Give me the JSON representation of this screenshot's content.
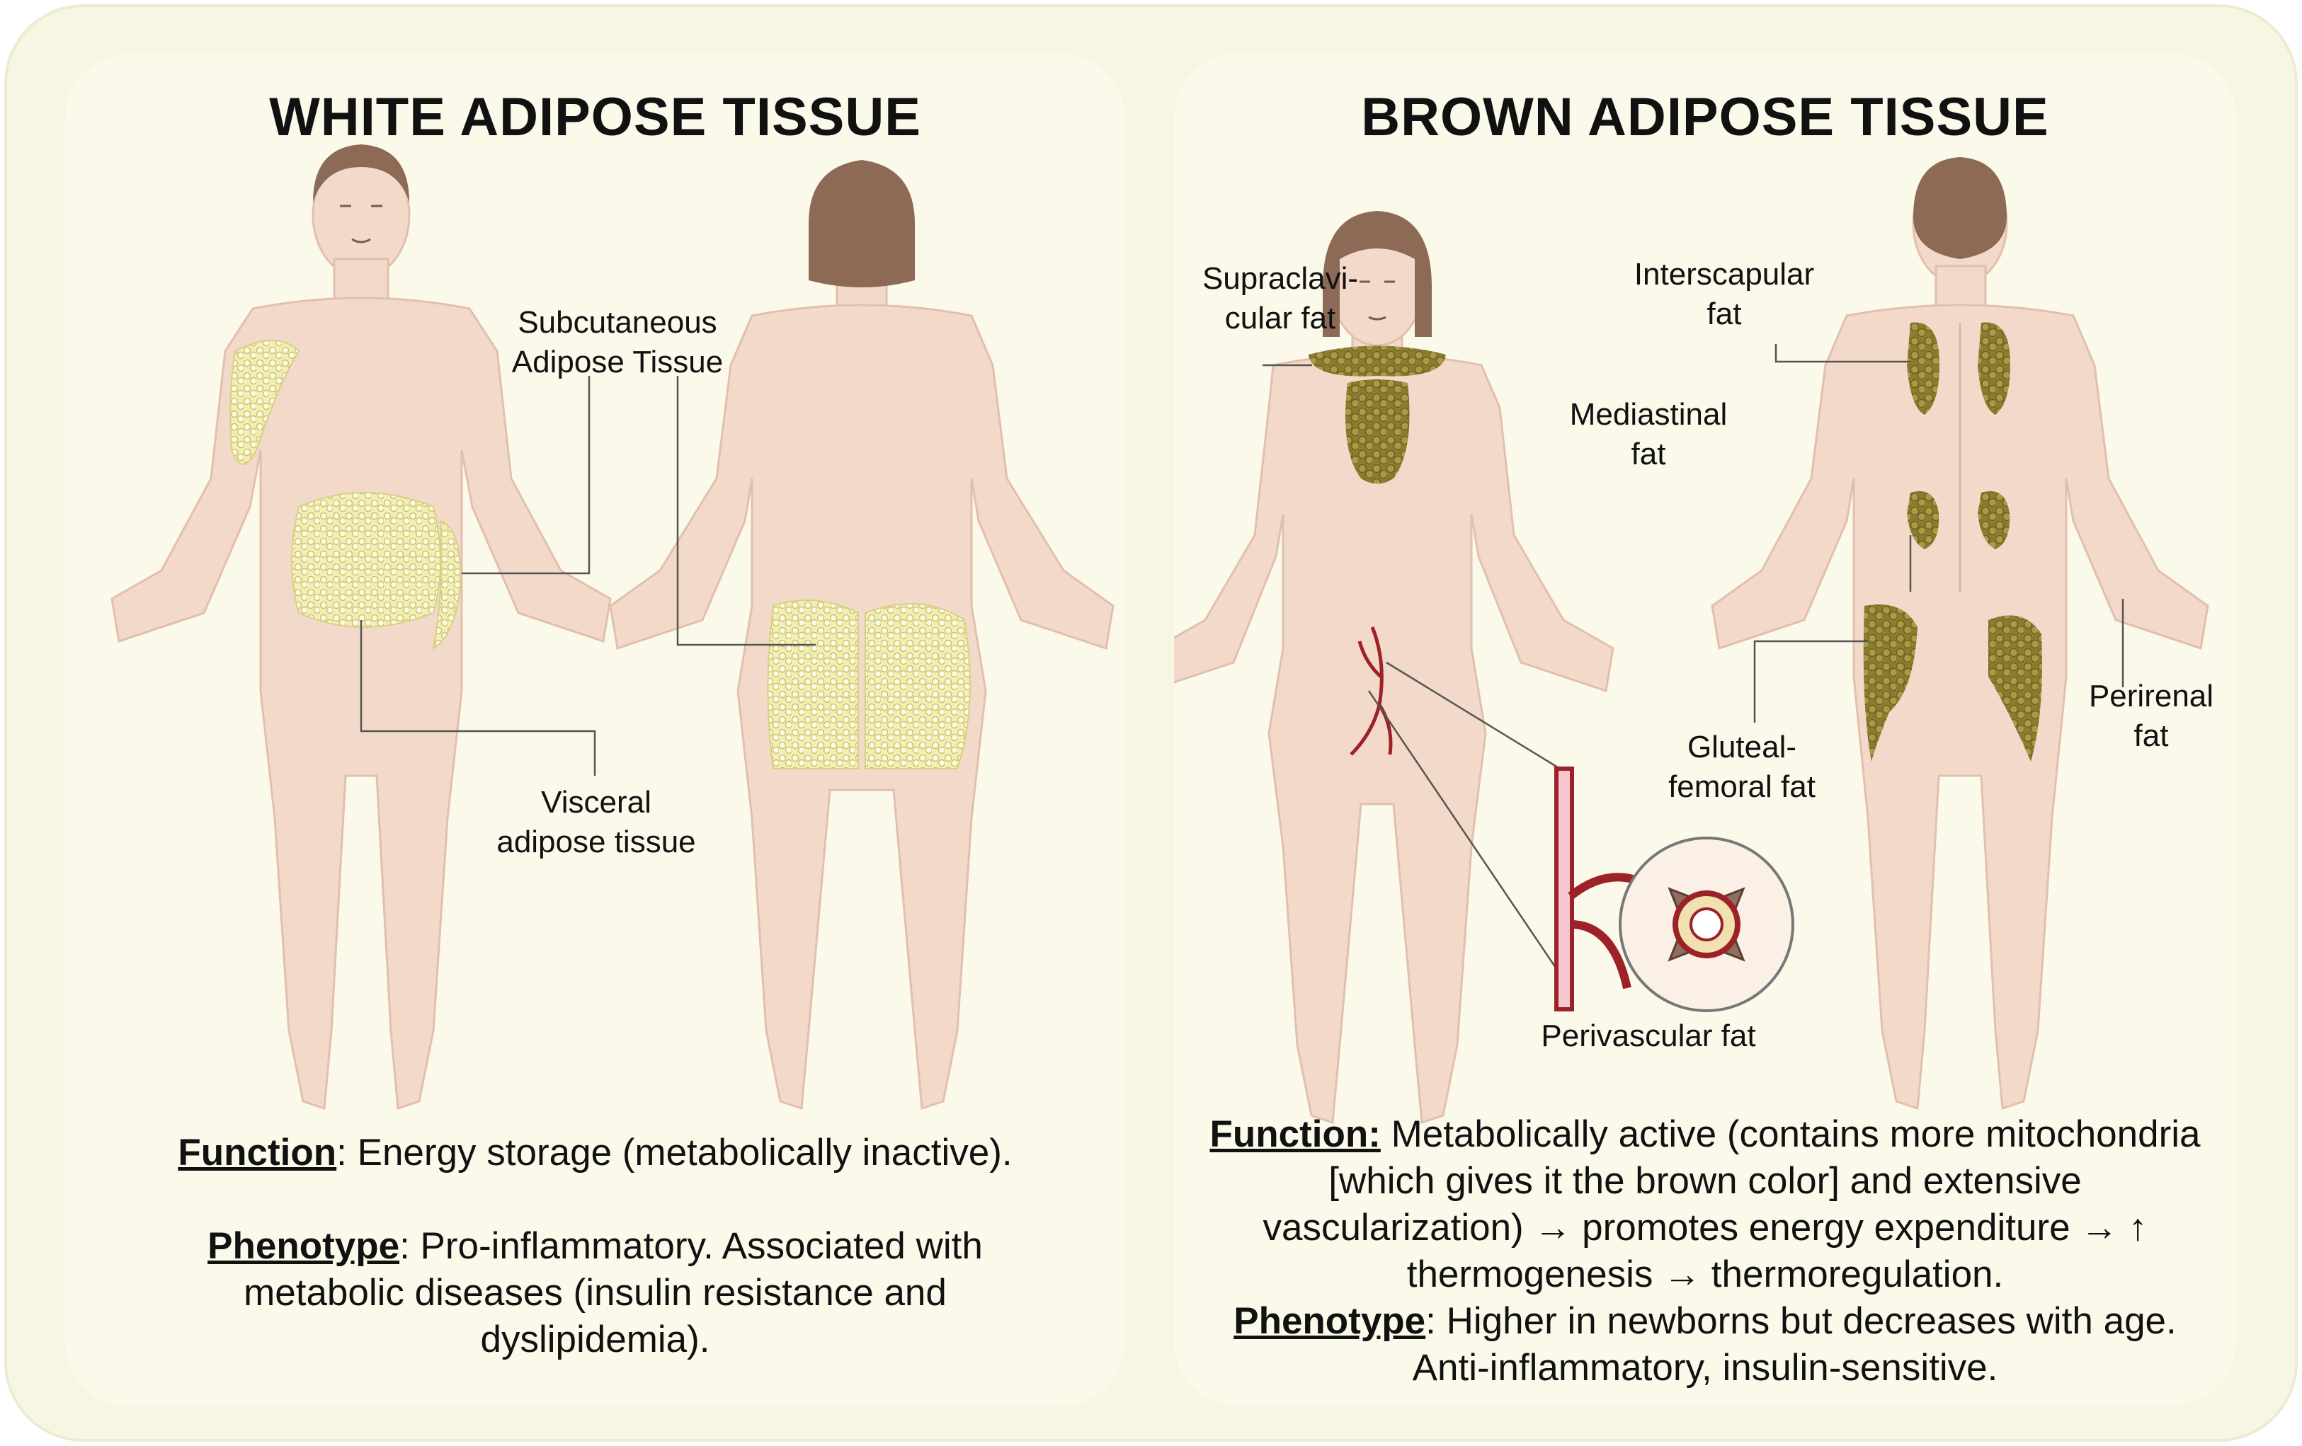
{
  "white": {
    "title": "WHITE ADIPOSE TISSUE",
    "labels": {
      "subcutaneous": "Subcutaneous\nAdipose Tissue",
      "visceral": "Visceral\nadipose tissue"
    },
    "function_key": "Function",
    "function_text": ": Energy storage (metabolically inactive).",
    "phenotype_key": "Phenotype",
    "phenotype_text": ": Pro-inflammatory. Associated with metabolic diseases (insulin resistance and dyslipidemia)."
  },
  "brown": {
    "title": "BROWN ADIPOSE TISSUE",
    "labels": {
      "supraclavicular": "Supraclavi-\ncular fat",
      "interscapular": "Interscapular\nfat",
      "mediastinal": "Mediastinal\nfat",
      "perirenal": "Perirenal\nfat",
      "gluteal": "Gluteal-\nfemoral fat",
      "perivascular": "Perivascular fat"
    },
    "function_key": "Function:",
    "function_text": " Metabolically active (contains more mitochondria [which gives it the brown color] and extensive vascularization) → promotes energy expenditure → ↑ thermogenesis → thermoregulation.",
    "phenotype_key": "Phenotype",
    "phenotype_text": ": Higher in newborns but decreases with age. Anti-inflammatory, insulin-sensitive."
  },
  "colors": {
    "outer_background": "#f6f6e2",
    "panel_background": "#fbf9ea",
    "skin": "#f3d9c9",
    "hair": "#8c6a55",
    "white_fat": "#f3efb0",
    "brown_fat": "#9a8a3a",
    "vessel": "#9c2228"
  }
}
